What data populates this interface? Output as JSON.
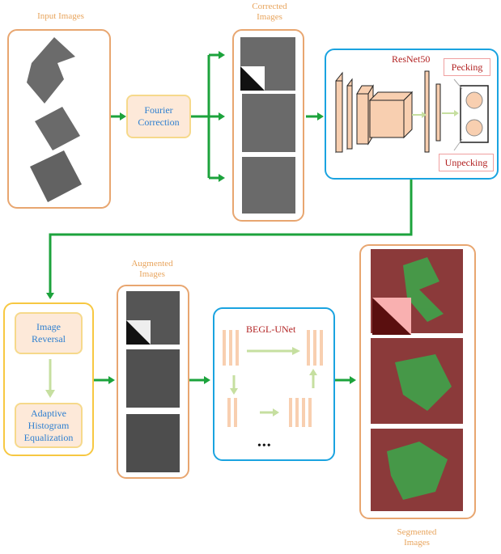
{
  "labels": {
    "input_images": "Input Images",
    "corrected_images": "Corrected\nImages",
    "augmented_images": "Augmented\nImages",
    "segmented_images": "Segmented\nImages"
  },
  "steps": {
    "fourier_correction": "Fourier\nCorrection",
    "image_reversal": "Image\nReversal",
    "adaptive_histogram": "Adaptive\nHistogram\nEqualization"
  },
  "models": {
    "resnet50": "ResNet50",
    "pecking": "Pecking",
    "unpecking": "Unpecking",
    "begl_unet": "BEGL-UNet",
    "ellipsis": "•••"
  },
  "colors": {
    "green_arrow": "#1ca33c",
    "light_green_arrow": "#c6dfa0",
    "orange_border": "#e8a670",
    "blue_border": "#1aa3e0",
    "yellow_border": "#f7c842",
    "layer_fill": "#f8cfb0",
    "segmented_bg": "#8b3a3a",
    "segmented_fg": "#3fa34a"
  }
}
